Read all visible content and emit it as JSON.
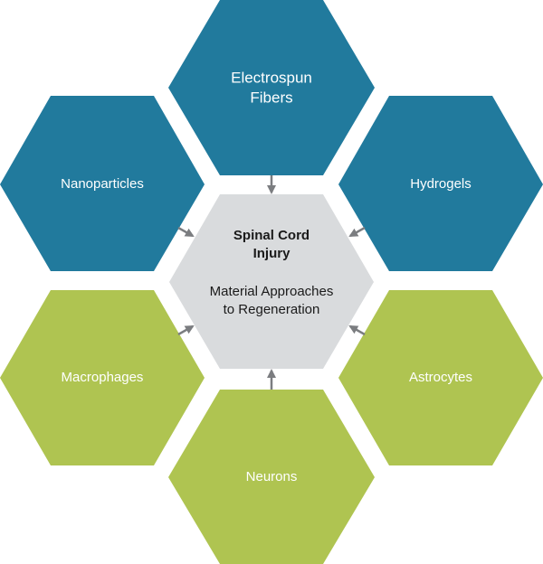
{
  "colors": {
    "blue": "#217a9d",
    "green": "#afc451",
    "center": "#d9dbdd",
    "arrow": "#7b7d80",
    "outer_text": "#ffffff",
    "center_text": "#1a1a1a"
  },
  "center": {
    "title_line1": "Spinal Cord",
    "title_line2": "Injury",
    "subtitle_line1": "Material Approaches",
    "subtitle_line2": "to Regeneration"
  },
  "nodes": {
    "electrospun_line1": "Electrospun",
    "electrospun_line2": "Fibers",
    "nanoparticles": "Nanoparticles",
    "hydrogels": "Hydrogels",
    "macrophages": "Macrophages",
    "astrocytes": "Astrocytes",
    "neurons": "Neurons"
  }
}
